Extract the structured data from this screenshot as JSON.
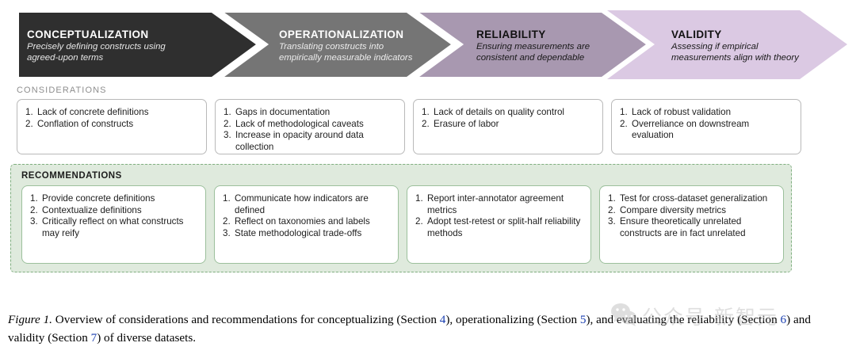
{
  "banner": {
    "stages": [
      {
        "title": "CONCEPTUALIZATION",
        "subtitle_line1": "Precisely defining constructs using",
        "subtitle_line2": "agreed-upon terms",
        "fill": "#2f2f2f",
        "text_color": "#ffffff"
      },
      {
        "title": "OPERATIONALIZATION",
        "subtitle_line1": "Translating constructs into",
        "subtitle_line2": "empirically measurable indicators",
        "fill": "#757575",
        "text_color": "#ffffff"
      },
      {
        "title": "RELIABILITY",
        "subtitle_line1": "Ensuring measurements are",
        "subtitle_line2": "consistent and dependable",
        "fill": "#a898b0",
        "text_color": "#111111"
      },
      {
        "title": "VALIDITY",
        "subtitle_line1": "Assessing if empirical",
        "subtitle_line2": "measurements align with theory",
        "fill": "#dbc9e3",
        "text_color": "#111111"
      }
    ]
  },
  "considerations": {
    "label": "CONSIDERATIONS",
    "cards": [
      {
        "items": [
          {
            "num": "1.",
            "text": "Lack of concrete definitions"
          },
          {
            "num": "2.",
            "text": "Conflation of constructs"
          }
        ]
      },
      {
        "items": [
          {
            "num": "1.",
            "text": "Gaps in documentation"
          },
          {
            "num": "2.",
            "text": "Lack of methodological caveats"
          },
          {
            "num": "3.",
            "text": "Increase in opacity around data collection"
          }
        ]
      },
      {
        "items": [
          {
            "num": "1.",
            "text": "Lack of details on quality control"
          },
          {
            "num": "2.",
            "text": "Erasure of labor"
          }
        ]
      },
      {
        "items": [
          {
            "num": "1.",
            "text": "Lack of robust validation"
          },
          {
            "num": "2.",
            "text": "Overreliance on downstream evaluation"
          }
        ]
      }
    ]
  },
  "recommendations": {
    "label": "RECOMMENDATIONS",
    "panel_bg": "#dfeadd",
    "panel_border": "#7fae7f",
    "cards": [
      {
        "items": [
          {
            "num": "1.",
            "text": "Provide concrete definitions"
          },
          {
            "num": "2.",
            "text": "Contextualize definitions"
          },
          {
            "num": "3.",
            "text": "Critically reflect on what constructs may reify"
          }
        ]
      },
      {
        "items": [
          {
            "num": "1.",
            "text": "Communicate how indicators are defined"
          },
          {
            "num": "2.",
            "text": "Reflect on taxonomies and labels"
          },
          {
            "num": "3.",
            "text": "State methodological trade-offs"
          }
        ]
      },
      {
        "items": [
          {
            "num": "1.",
            "text": "Report inter-annotator agreement metrics"
          },
          {
            "num": "2.",
            "text": "Adopt test-retest or split-half reliability methods"
          }
        ]
      },
      {
        "items": [
          {
            "num": "1.",
            "text": "Test for cross-dataset generalization"
          },
          {
            "num": "2.",
            "text": "Compare diversity metrics"
          },
          {
            "num": "3.",
            "text": "Ensure theoretically unrelated constructs are in fact unrelated"
          }
        ]
      }
    ]
  },
  "caption": {
    "figure_label": "Figure 1.",
    "part1": " Overview of considerations and recommendations for conceptualizing (Section ",
    "ref1": "4",
    "part2": "), operationalizing (Section ",
    "ref2": "5",
    "part3": "), and evaluating the reliability (Section ",
    "ref3": "6",
    "part4": ") and validity (Section ",
    "ref4": "7",
    "part5": ") of diverse datasets.",
    "link_color": "#1a3fb0"
  },
  "watermark": {
    "icon": "wechat-icon",
    "text": "公众号 新智元",
    "color": "#b3b3b3"
  }
}
